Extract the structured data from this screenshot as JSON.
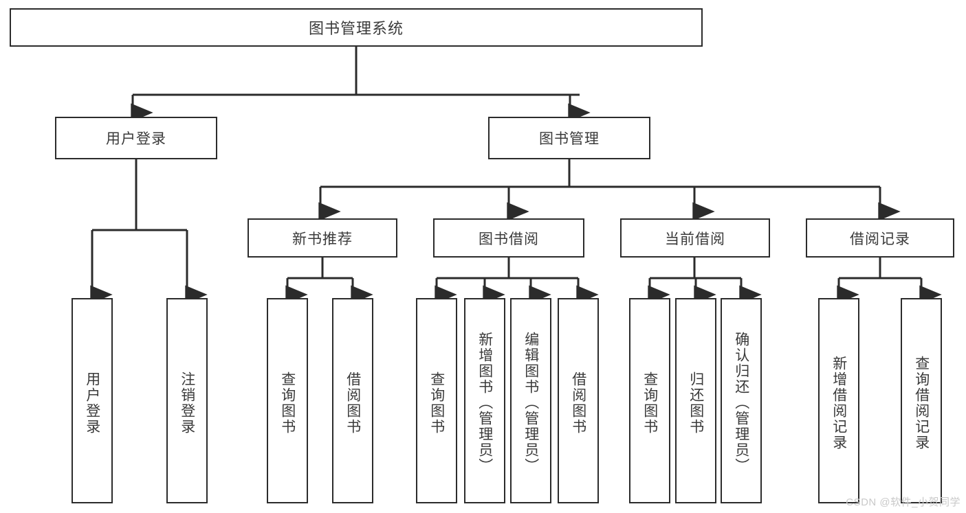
{
  "diagram": {
    "title": "图书管理系统",
    "type": "hierarchy-tree",
    "watermark": "CSDN @软件_小贺同学",
    "colors": {
      "border": "#2b2b2b",
      "text": "#3a3a3a",
      "background": "#ffffff",
      "watermark": "#c9c9c9"
    },
    "root": {
      "label": "图书管理系统"
    },
    "level2": [
      {
        "label": "用户登录"
      },
      {
        "label": "图书管理"
      }
    ],
    "level3": [
      {
        "label": "新书推荐"
      },
      {
        "label": "图书借阅"
      },
      {
        "label": "当前借阅"
      },
      {
        "label": "借阅记录"
      }
    ],
    "leaves": {
      "user_login": [
        {
          "label": "用户登录"
        },
        {
          "label": "注销登录"
        }
      ],
      "new_book": [
        {
          "label": "查询图书"
        },
        {
          "label": "借阅图书"
        }
      ],
      "borrow": [
        {
          "label": "查询图书"
        },
        {
          "label": "新增图书（管理员）"
        },
        {
          "label": "编辑图书（管理员）"
        },
        {
          "label": "借阅图书"
        }
      ],
      "current": [
        {
          "label": "查询图书"
        },
        {
          "label": "归还图书"
        },
        {
          "label": "确认归还（管理员）"
        }
      ],
      "records": [
        {
          "label": "新增借阅记录"
        },
        {
          "label": "查询借阅记录"
        }
      ]
    }
  }
}
